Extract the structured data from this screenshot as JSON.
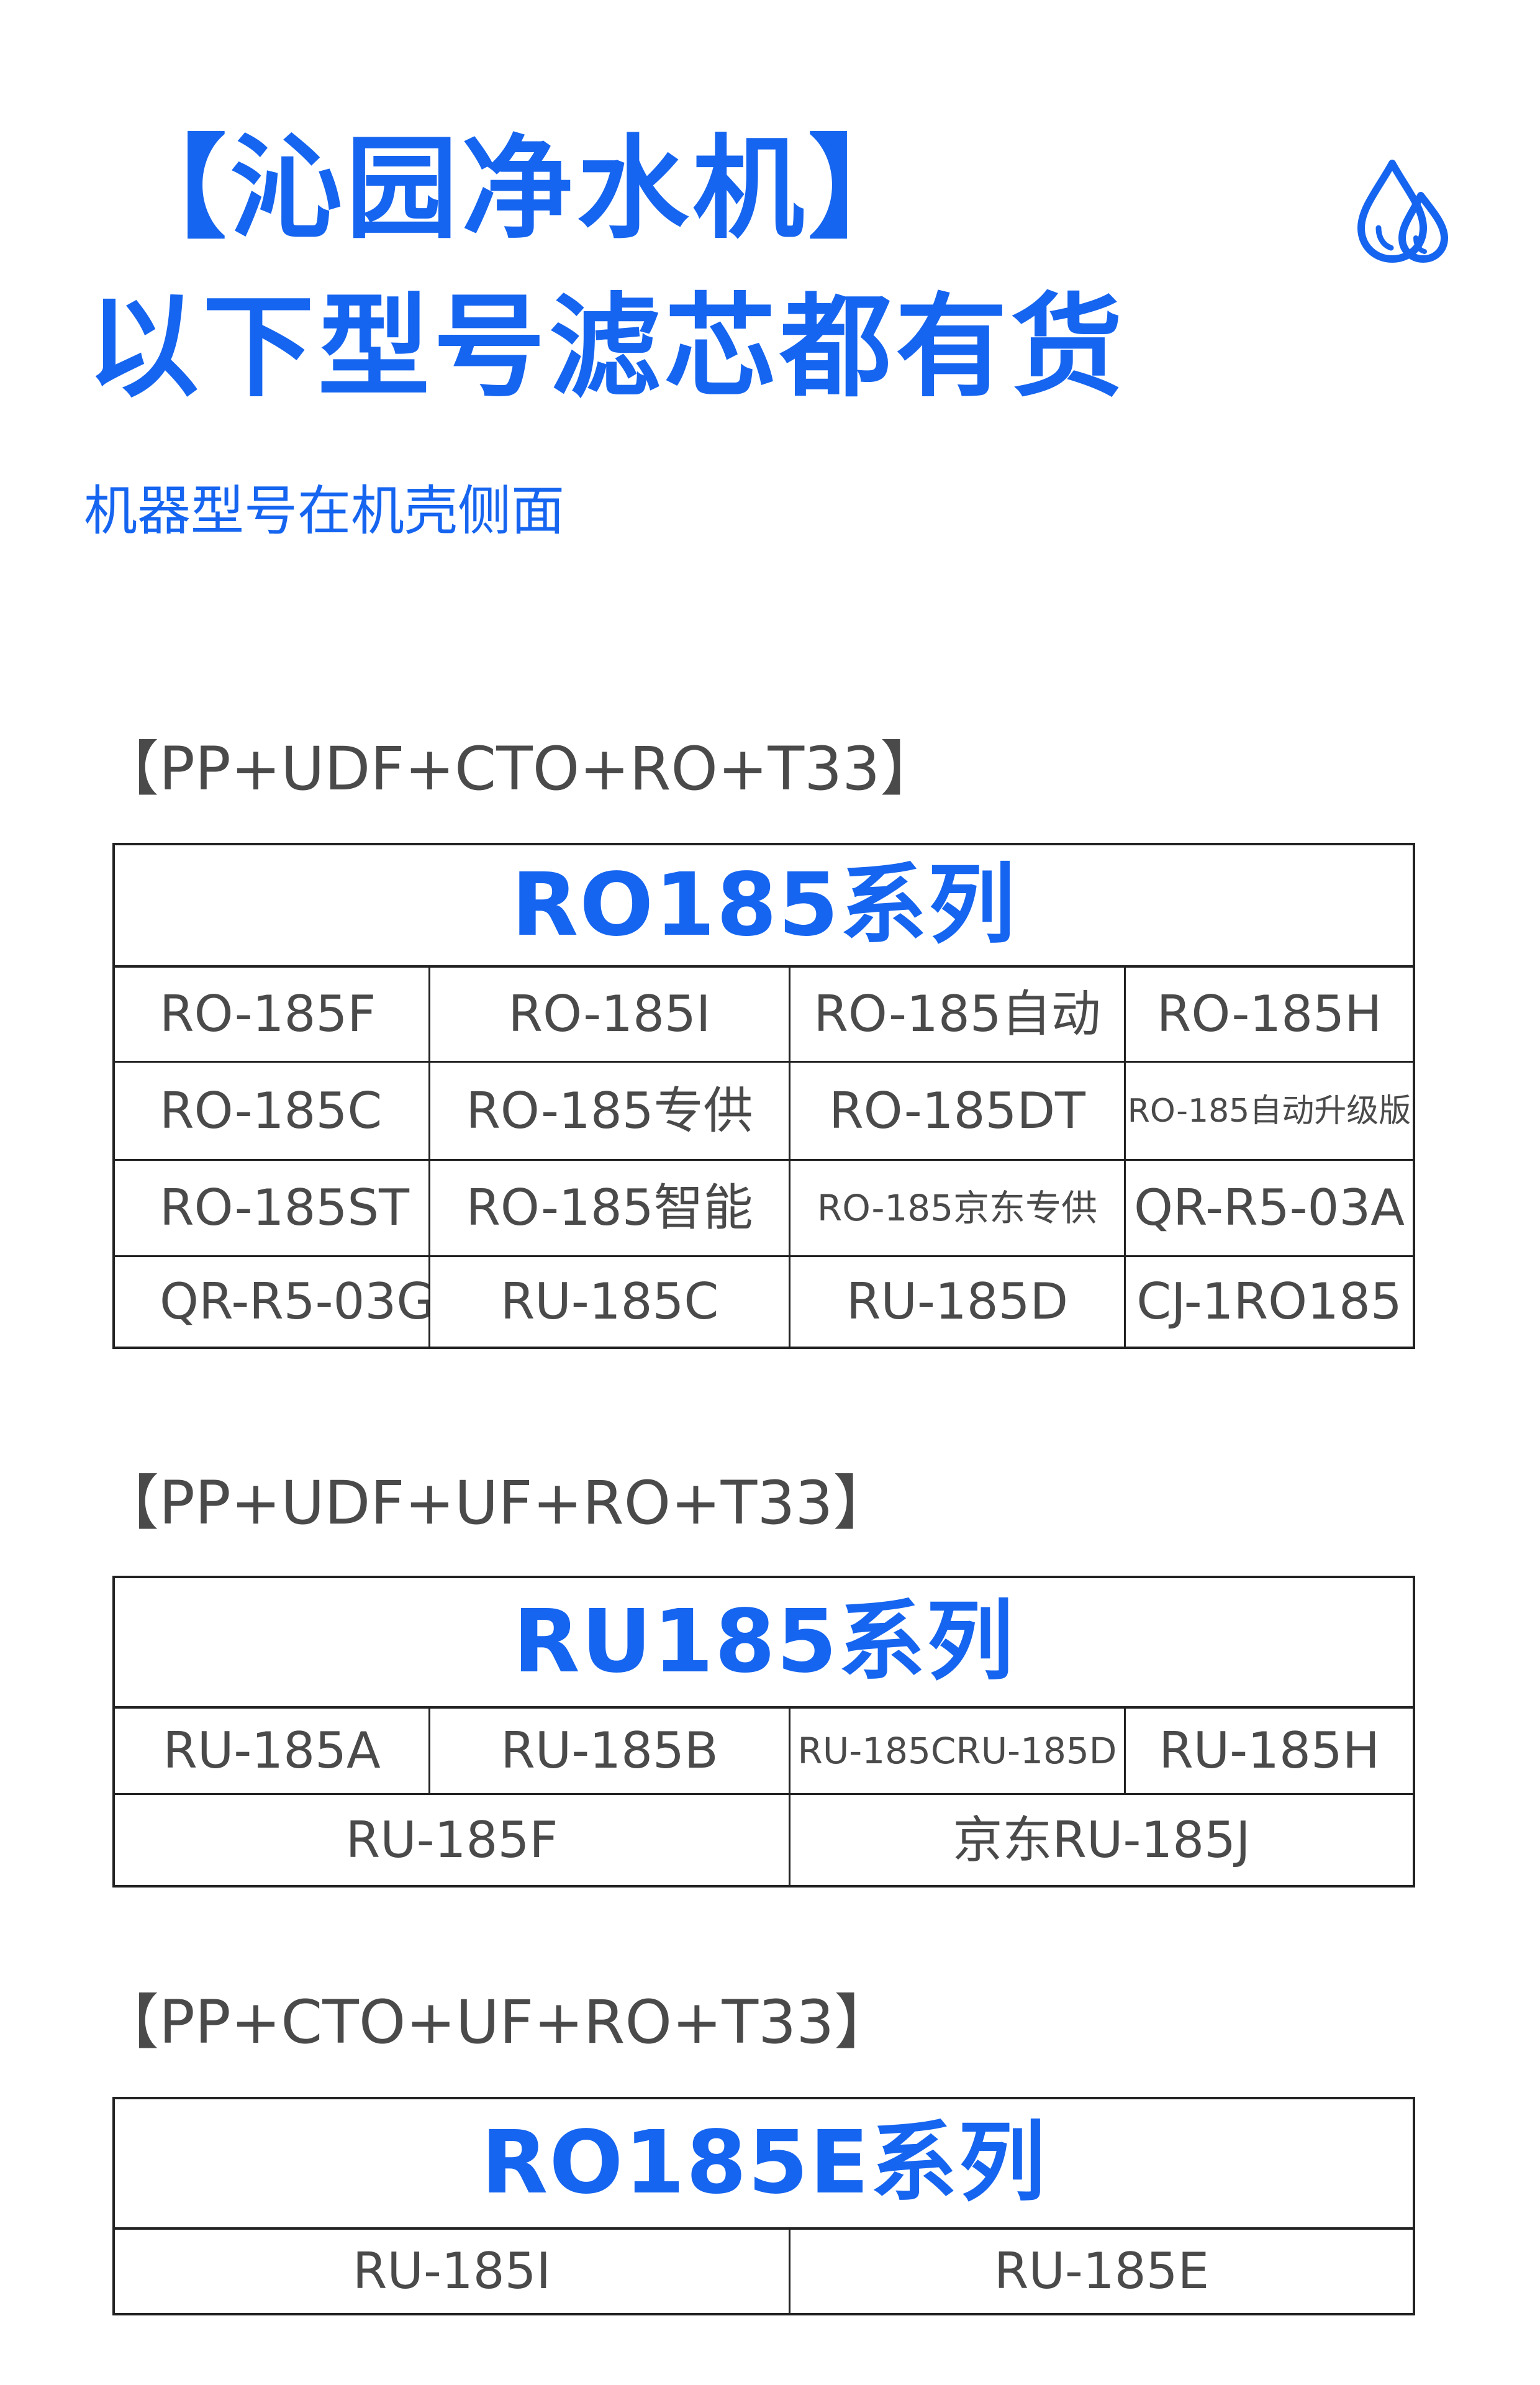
{
  "header": {
    "title_line1": "【沁园净水机】",
    "title_line2": "以下型号滤芯都有货",
    "subtitle": "机器型号在机壳侧面",
    "icon": "water-drops-icon",
    "accent_color": "#1665f0"
  },
  "sections": [
    {
      "label": "【PP+UDF+CTO+RO+T33】",
      "series_title": "RO185系列",
      "rows": [
        [
          "RO-185F",
          "RO-185I",
          "RO-185自动",
          "RO-185H"
        ],
        [
          "RO-185C",
          "RO-185专供",
          "RO-185DT",
          "RO-185自动升级版"
        ],
        [
          "RO-185ST",
          "RO-185智能",
          "RO-185京东专供",
          "QR-R5-03A"
        ],
        [
          "QR-R5-03G",
          "RU-185C",
          "RU-185D",
          "CJ-1RO185"
        ]
      ]
    },
    {
      "label": "【PP+UDF+UF+RO+T33】",
      "series_title": "RU185系列",
      "rows": [
        [
          "RU-185A",
          "RU-185B",
          "RU-185CRU-185D",
          "RU-185H"
        ],
        [
          "RU-185F",
          "京东RU-185J"
        ]
      ]
    },
    {
      "label": "【PP+CTO+UF+RO+T33】",
      "series_title": "RO185E系列",
      "rows": [
        [
          "RU-185I",
          "RU-185E"
        ]
      ]
    }
  ]
}
